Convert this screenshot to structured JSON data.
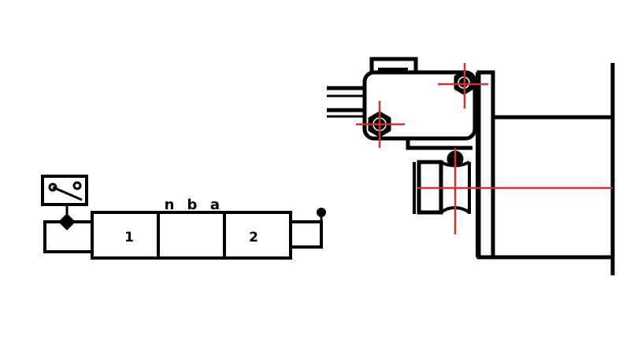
{
  "colors": {
    "stroke": "#000000",
    "centerline": "#cc3333",
    "background": "#ffffff"
  },
  "schematic": {
    "top_labels": [
      "n",
      "b",
      "a"
    ],
    "cell_labels": [
      "1",
      "",
      "2"
    ]
  },
  "drawing": {
    "parts": [
      "microswitch",
      "mounting-screw-upper",
      "mounting-screw-lower",
      "roller",
      "bracket-plate",
      "actuator-body"
    ]
  }
}
